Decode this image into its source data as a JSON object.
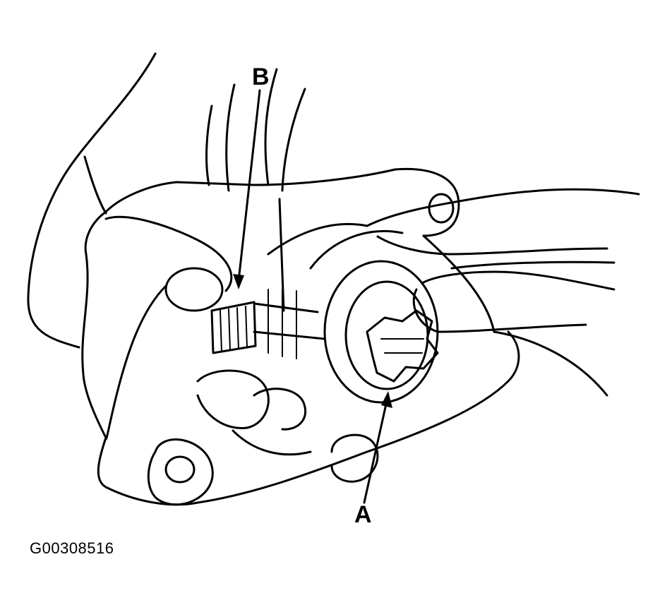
{
  "figure": {
    "callouts": {
      "b": "B",
      "a": "A"
    },
    "figure_id": "G00308516",
    "colors": {
      "ink": "#000000",
      "paper": "#ffffff"
    }
  }
}
